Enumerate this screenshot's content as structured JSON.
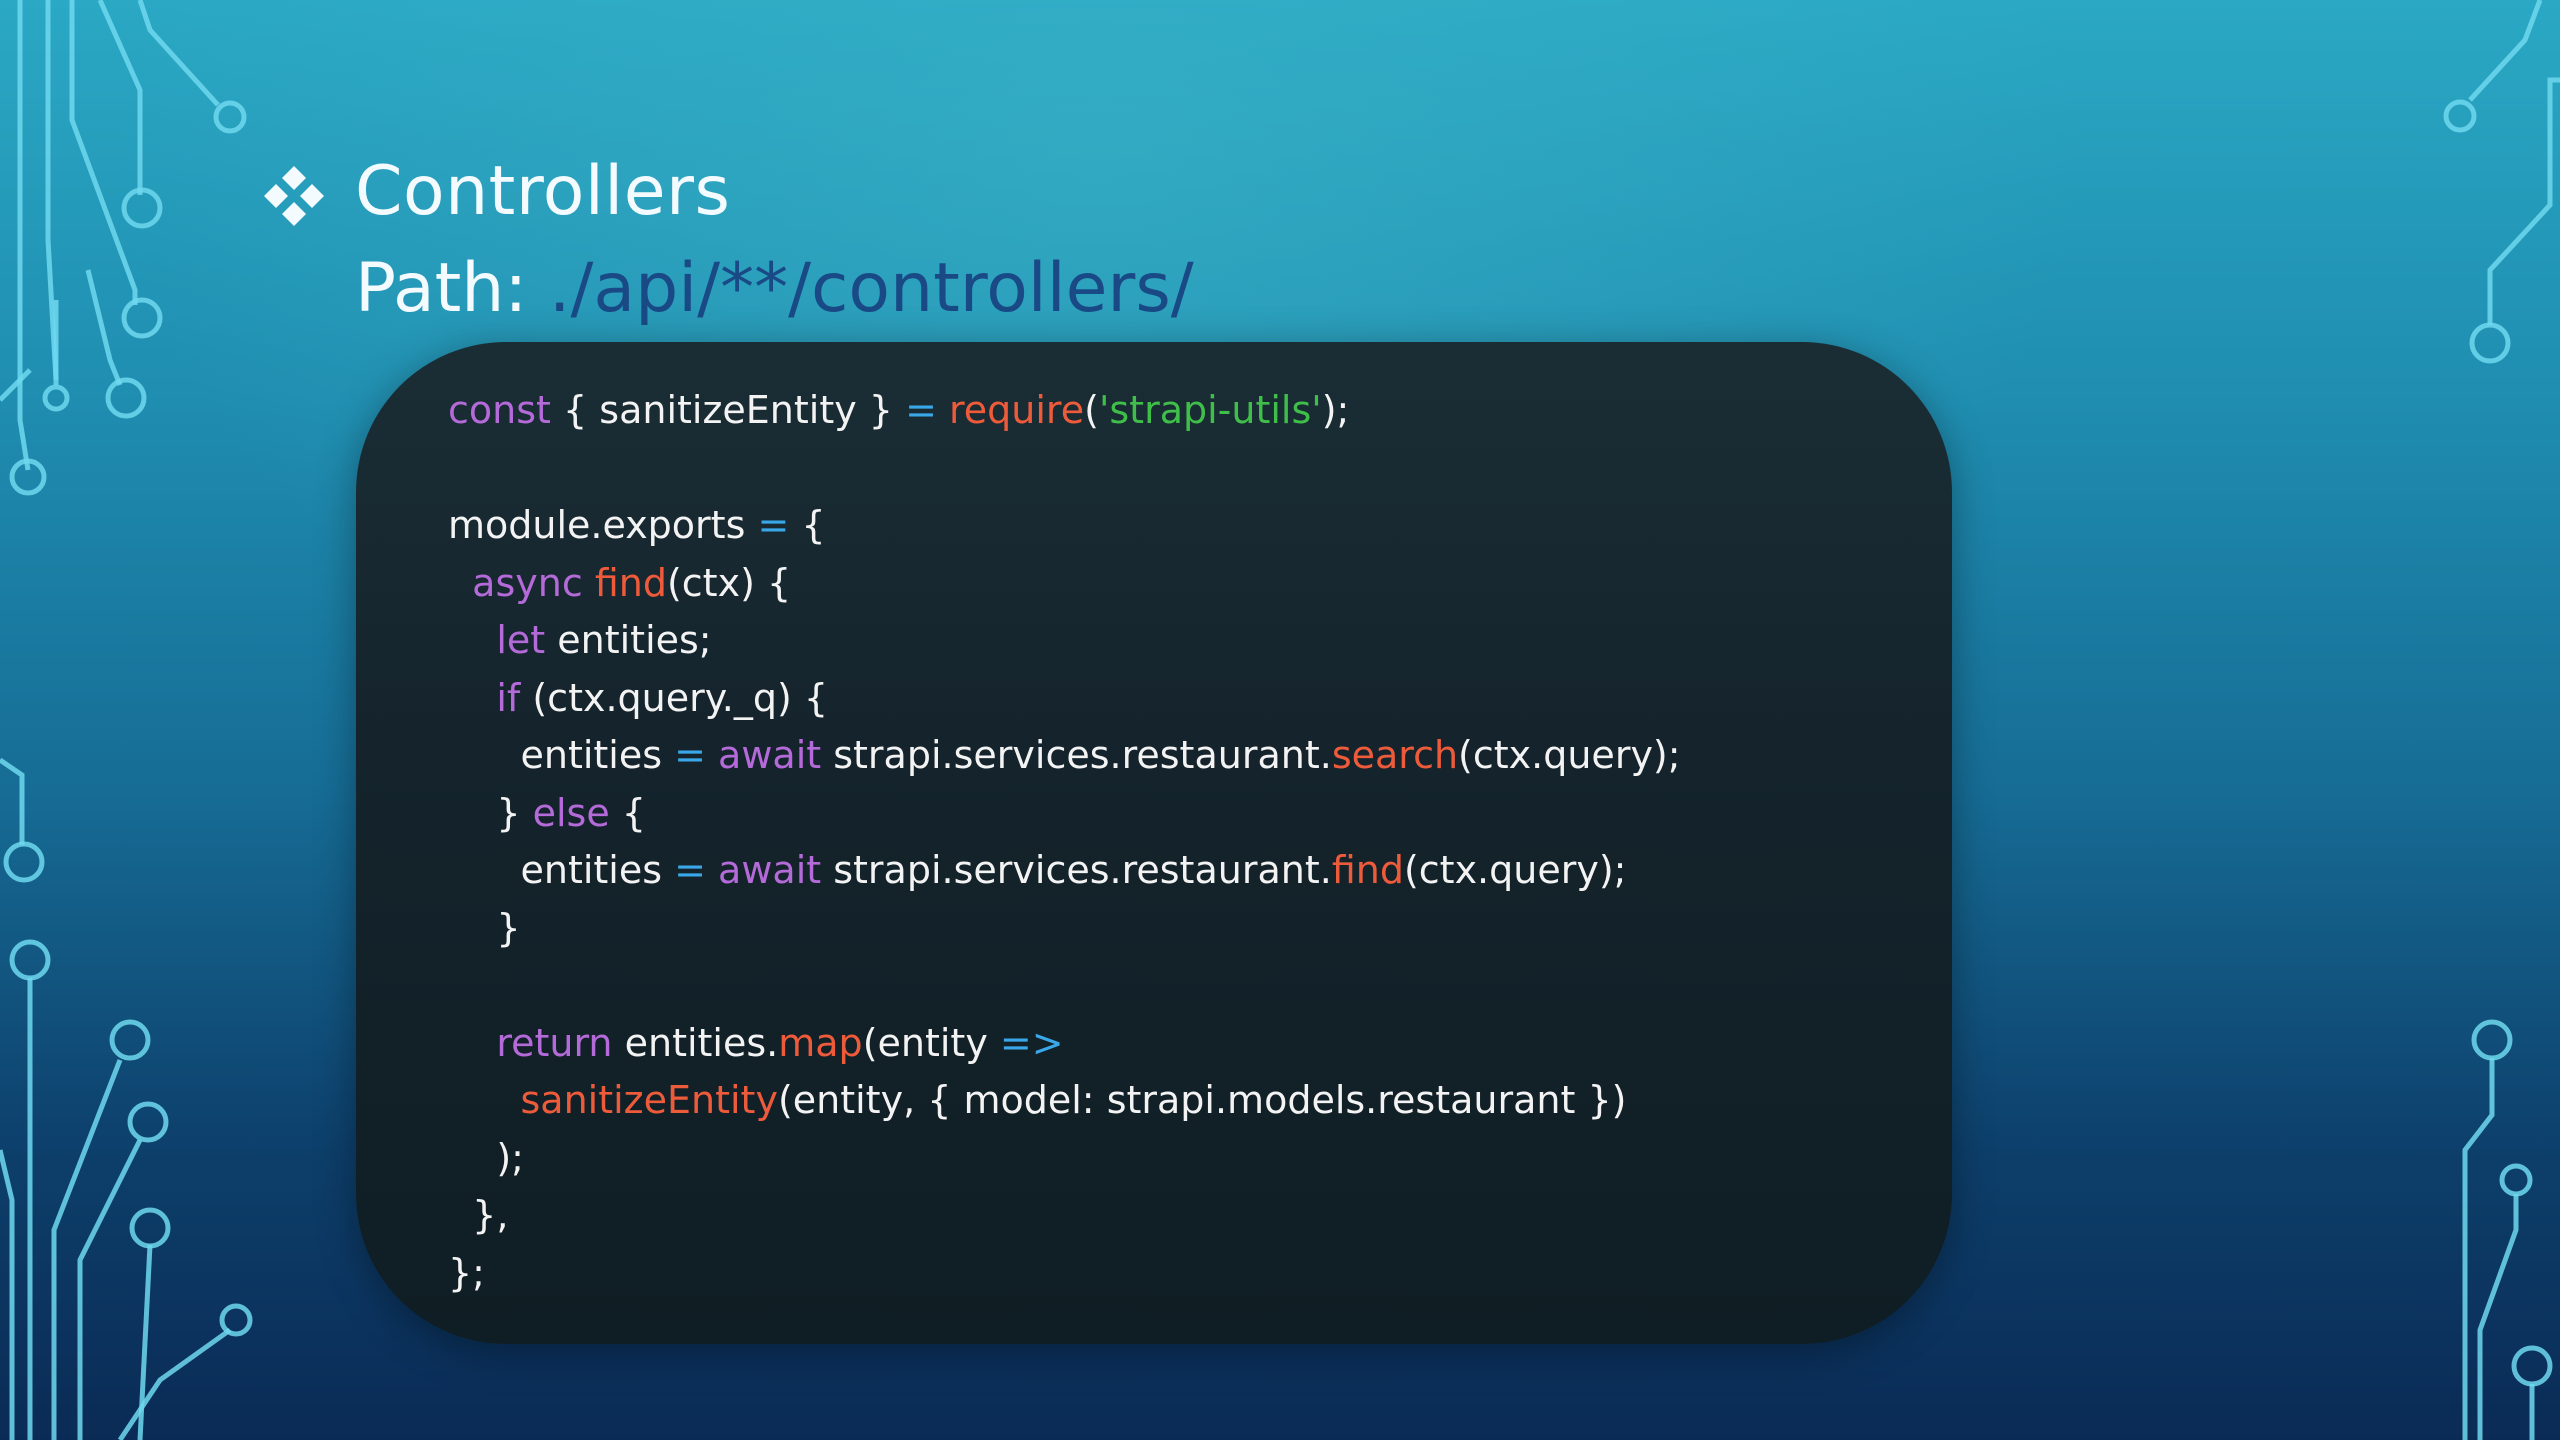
{
  "slide": {
    "title": "Controllers",
    "path_label": "Path: ",
    "path_value": "./api/**/controllers/"
  },
  "icons": {
    "bullet": "four-diamond-bullet-icon",
    "decoration": "circuit-lines"
  },
  "colors": {
    "keyword": "#b46ad8",
    "function": "#ee5b3b",
    "string": "#3fbf4a",
    "operator": "#3aa8e8",
    "text": "#f3f3f3",
    "path_value": "#1a4a86",
    "panel": "#15242c"
  },
  "code": {
    "lines": [
      [
        {
          "t": "const",
          "c": "kw"
        },
        {
          "t": " { sanitizeEntity } ",
          "c": "plain"
        },
        {
          "t": "=",
          "c": "op"
        },
        {
          "t": " ",
          "c": "plain"
        },
        {
          "t": "require",
          "c": "fn"
        },
        {
          "t": "(",
          "c": "plain"
        },
        {
          "t": "'strapi-utils'",
          "c": "str"
        },
        {
          "t": ");",
          "c": "plain"
        }
      ],
      [],
      [
        {
          "t": "module.exports ",
          "c": "plain"
        },
        {
          "t": "=",
          "c": "op"
        },
        {
          "t": " {",
          "c": "plain"
        }
      ],
      [
        {
          "t": "  ",
          "c": "plain"
        },
        {
          "t": "async",
          "c": "kw"
        },
        {
          "t": " ",
          "c": "plain"
        },
        {
          "t": "find",
          "c": "fn"
        },
        {
          "t": "(ctx) {",
          "c": "plain"
        }
      ],
      [
        {
          "t": "    ",
          "c": "plain"
        },
        {
          "t": "let",
          "c": "kw"
        },
        {
          "t": " entities;",
          "c": "plain"
        }
      ],
      [
        {
          "t": "    ",
          "c": "plain"
        },
        {
          "t": "if",
          "c": "kw"
        },
        {
          "t": " (ctx.query._q) {",
          "c": "plain"
        }
      ],
      [
        {
          "t": "      entities ",
          "c": "plain"
        },
        {
          "t": "=",
          "c": "op"
        },
        {
          "t": " ",
          "c": "plain"
        },
        {
          "t": "await",
          "c": "kw"
        },
        {
          "t": " strapi.services.restaurant.",
          "c": "plain"
        },
        {
          "t": "search",
          "c": "fn"
        },
        {
          "t": "(ctx.query);",
          "c": "plain"
        }
      ],
      [
        {
          "t": "    } ",
          "c": "plain"
        },
        {
          "t": "else",
          "c": "kw"
        },
        {
          "t": " {",
          "c": "plain"
        }
      ],
      [
        {
          "t": "      entities ",
          "c": "plain"
        },
        {
          "t": "=",
          "c": "op"
        },
        {
          "t": " ",
          "c": "plain"
        },
        {
          "t": "await",
          "c": "kw"
        },
        {
          "t": " strapi.services.restaurant.",
          "c": "plain"
        },
        {
          "t": "find",
          "c": "fn"
        },
        {
          "t": "(ctx.query);",
          "c": "plain"
        }
      ],
      [
        {
          "t": "    }",
          "c": "plain"
        }
      ],
      [],
      [
        {
          "t": "    ",
          "c": "plain"
        },
        {
          "t": "return",
          "c": "kw"
        },
        {
          "t": " entities.",
          "c": "plain"
        },
        {
          "t": "map",
          "c": "fn"
        },
        {
          "t": "(entity ",
          "c": "plain"
        },
        {
          "t": "=>",
          "c": "op"
        }
      ],
      [
        {
          "t": "      ",
          "c": "plain"
        },
        {
          "t": "sanitizeEntity",
          "c": "fn"
        },
        {
          "t": "(entity, { model: strapi.models.restaurant })",
          "c": "plain"
        }
      ],
      [
        {
          "t": "    );",
          "c": "plain"
        }
      ],
      [
        {
          "t": "  },",
          "c": "plain"
        }
      ],
      [
        {
          "t": "};",
          "c": "plain"
        }
      ]
    ]
  }
}
